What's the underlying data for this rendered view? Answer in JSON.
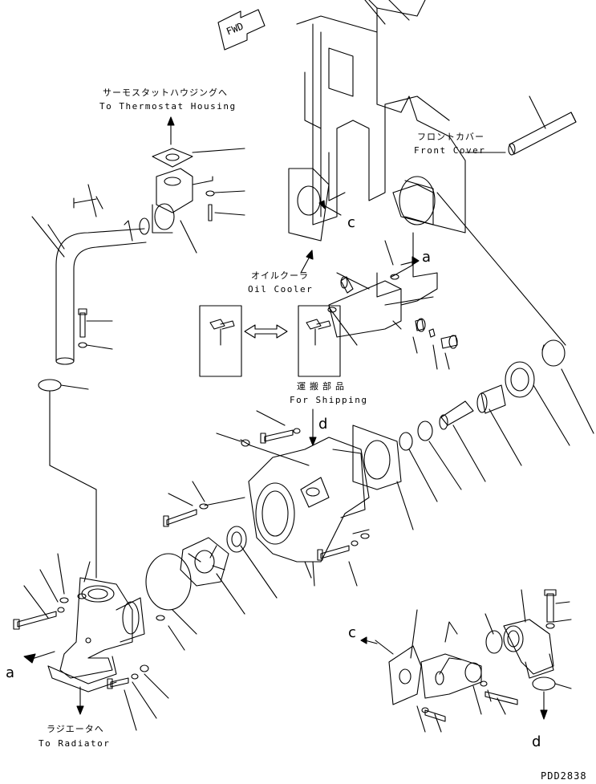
{
  "labels": {
    "fwd": "FWD",
    "thermostat_jp": "サーモスタットハウジングへ",
    "thermostat_en": "To Thermostat Housing",
    "front_cover_jp": "フロントカバー",
    "front_cover_en": "Front Cover",
    "oil_cooler_jp": "オイルクーラ",
    "oil_cooler_en": "Oil Cooler",
    "shipping_jp": "運搬部品",
    "shipping_en": "For Shipping",
    "radiator_jp": "ラジエータへ",
    "radiator_en": "To Radiator",
    "drawing_code": "PDD2838"
  },
  "refs": {
    "a_top": "a",
    "a_left": "a",
    "c_top": "c",
    "c_bottom": "c",
    "d_top": "d",
    "d_bottom": "d"
  },
  "colors": {
    "ink": "#000000",
    "paper": "#ffffff"
  }
}
